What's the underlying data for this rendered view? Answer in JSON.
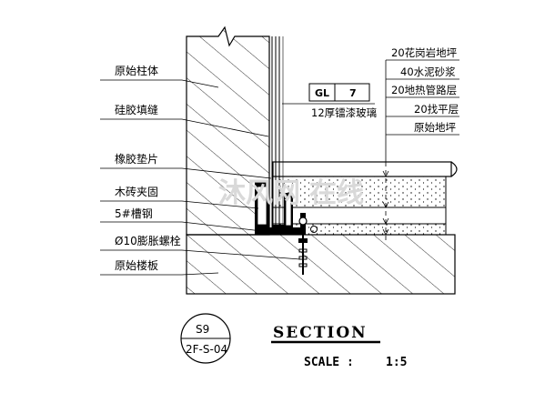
{
  "left_labels": [
    {
      "id": "column",
      "text": "原始柱体"
    },
    {
      "id": "silicone",
      "text": "硅胶填缝"
    },
    {
      "id": "rubber",
      "text": "橡胶垫片"
    },
    {
      "id": "wood",
      "text": "木砖夹固"
    },
    {
      "id": "channel",
      "text": "5#槽钢"
    },
    {
      "id": "bolt",
      "text": "Ø10膨胀螺栓"
    },
    {
      "id": "slab",
      "text": "原始楼板"
    }
  ],
  "right_labels": [
    {
      "id": "granite",
      "text": "20花岗岩地坪"
    },
    {
      "id": "mortar",
      "text": "40水泥砂浆"
    },
    {
      "id": "heating",
      "text": "20地热管路层"
    },
    {
      "id": "leveling",
      "text": "20找平层"
    },
    {
      "id": "floor",
      "text": "原始地坪"
    }
  ],
  "glass_tag": {
    "code": "GL",
    "number": "7",
    "description": "12厚镭漆玻璃"
  },
  "watermark": "沐风网",
  "watermark_second": "在线",
  "section_ref": {
    "number": "S9",
    "sheet": "2F-S-04"
  },
  "title": "SECTION",
  "scale": {
    "label": "SCALE :",
    "value": "1:5"
  },
  "colors": {
    "line": "#000000",
    "hatch": "#000000",
    "watermark": "#d9d9d9"
  }
}
